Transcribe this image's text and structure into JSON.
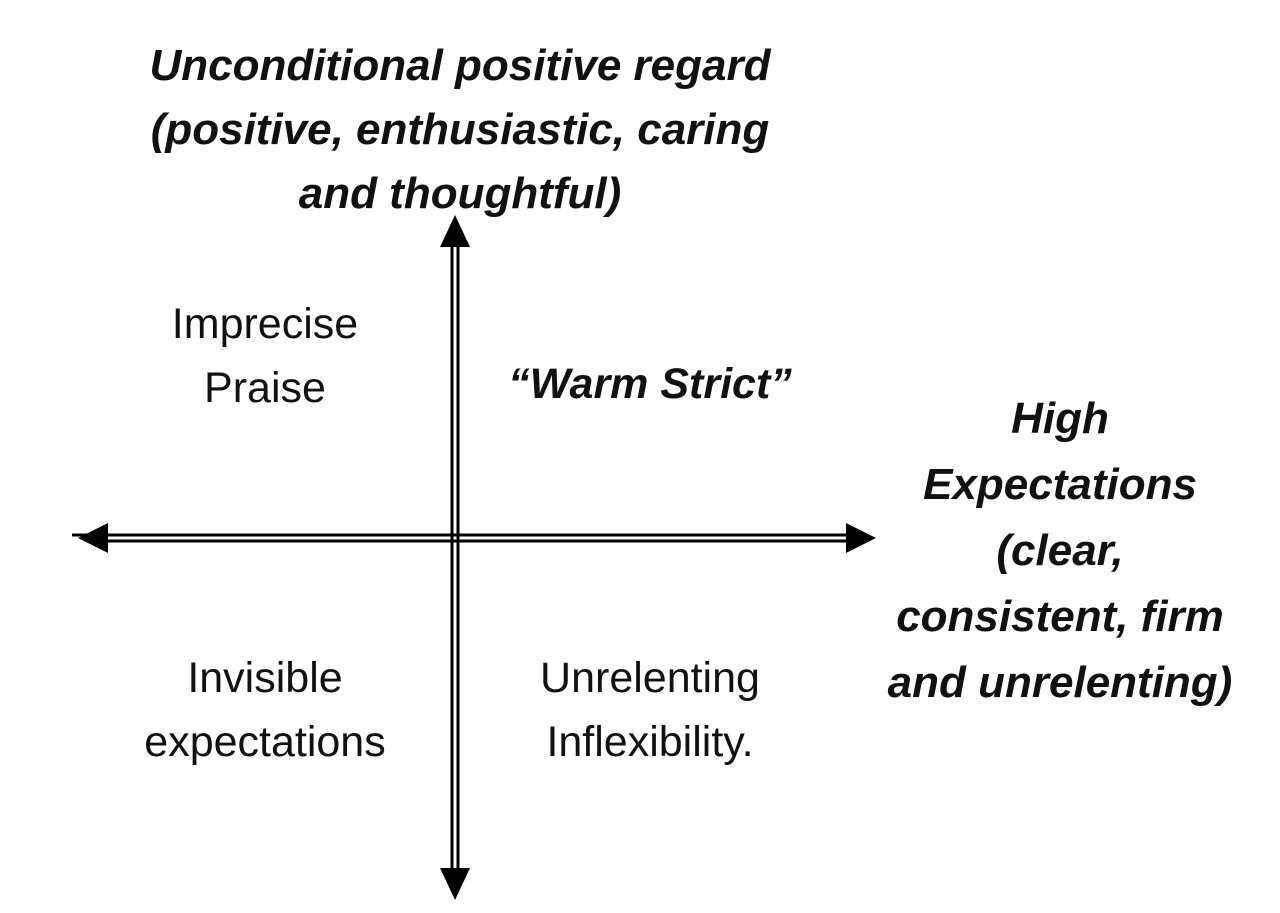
{
  "diagram": {
    "y_axis_label": {
      "line1": "Unconditional positive regard",
      "line2": "(positive, enthusiastic, caring",
      "line3": "and thoughtful)"
    },
    "x_axis_label": {
      "line1": "High",
      "line2": "Expectations",
      "line3": "(clear,",
      "line4": "consistent, firm",
      "line5": "and unrelenting)"
    },
    "quadrants": {
      "top_left": {
        "line1": "Imprecise",
        "line2": "Praise"
      },
      "top_right": {
        "line1": "“Warm Strict”"
      },
      "bottom_left": {
        "line1": "Invisible",
        "line2": "expectations"
      },
      "bottom_right": {
        "line1": "Unrelenting",
        "line2": "Inflexibility."
      }
    },
    "colors": {
      "axis": "#000000",
      "text": "#111111",
      "background": "#ffffff"
    }
  }
}
